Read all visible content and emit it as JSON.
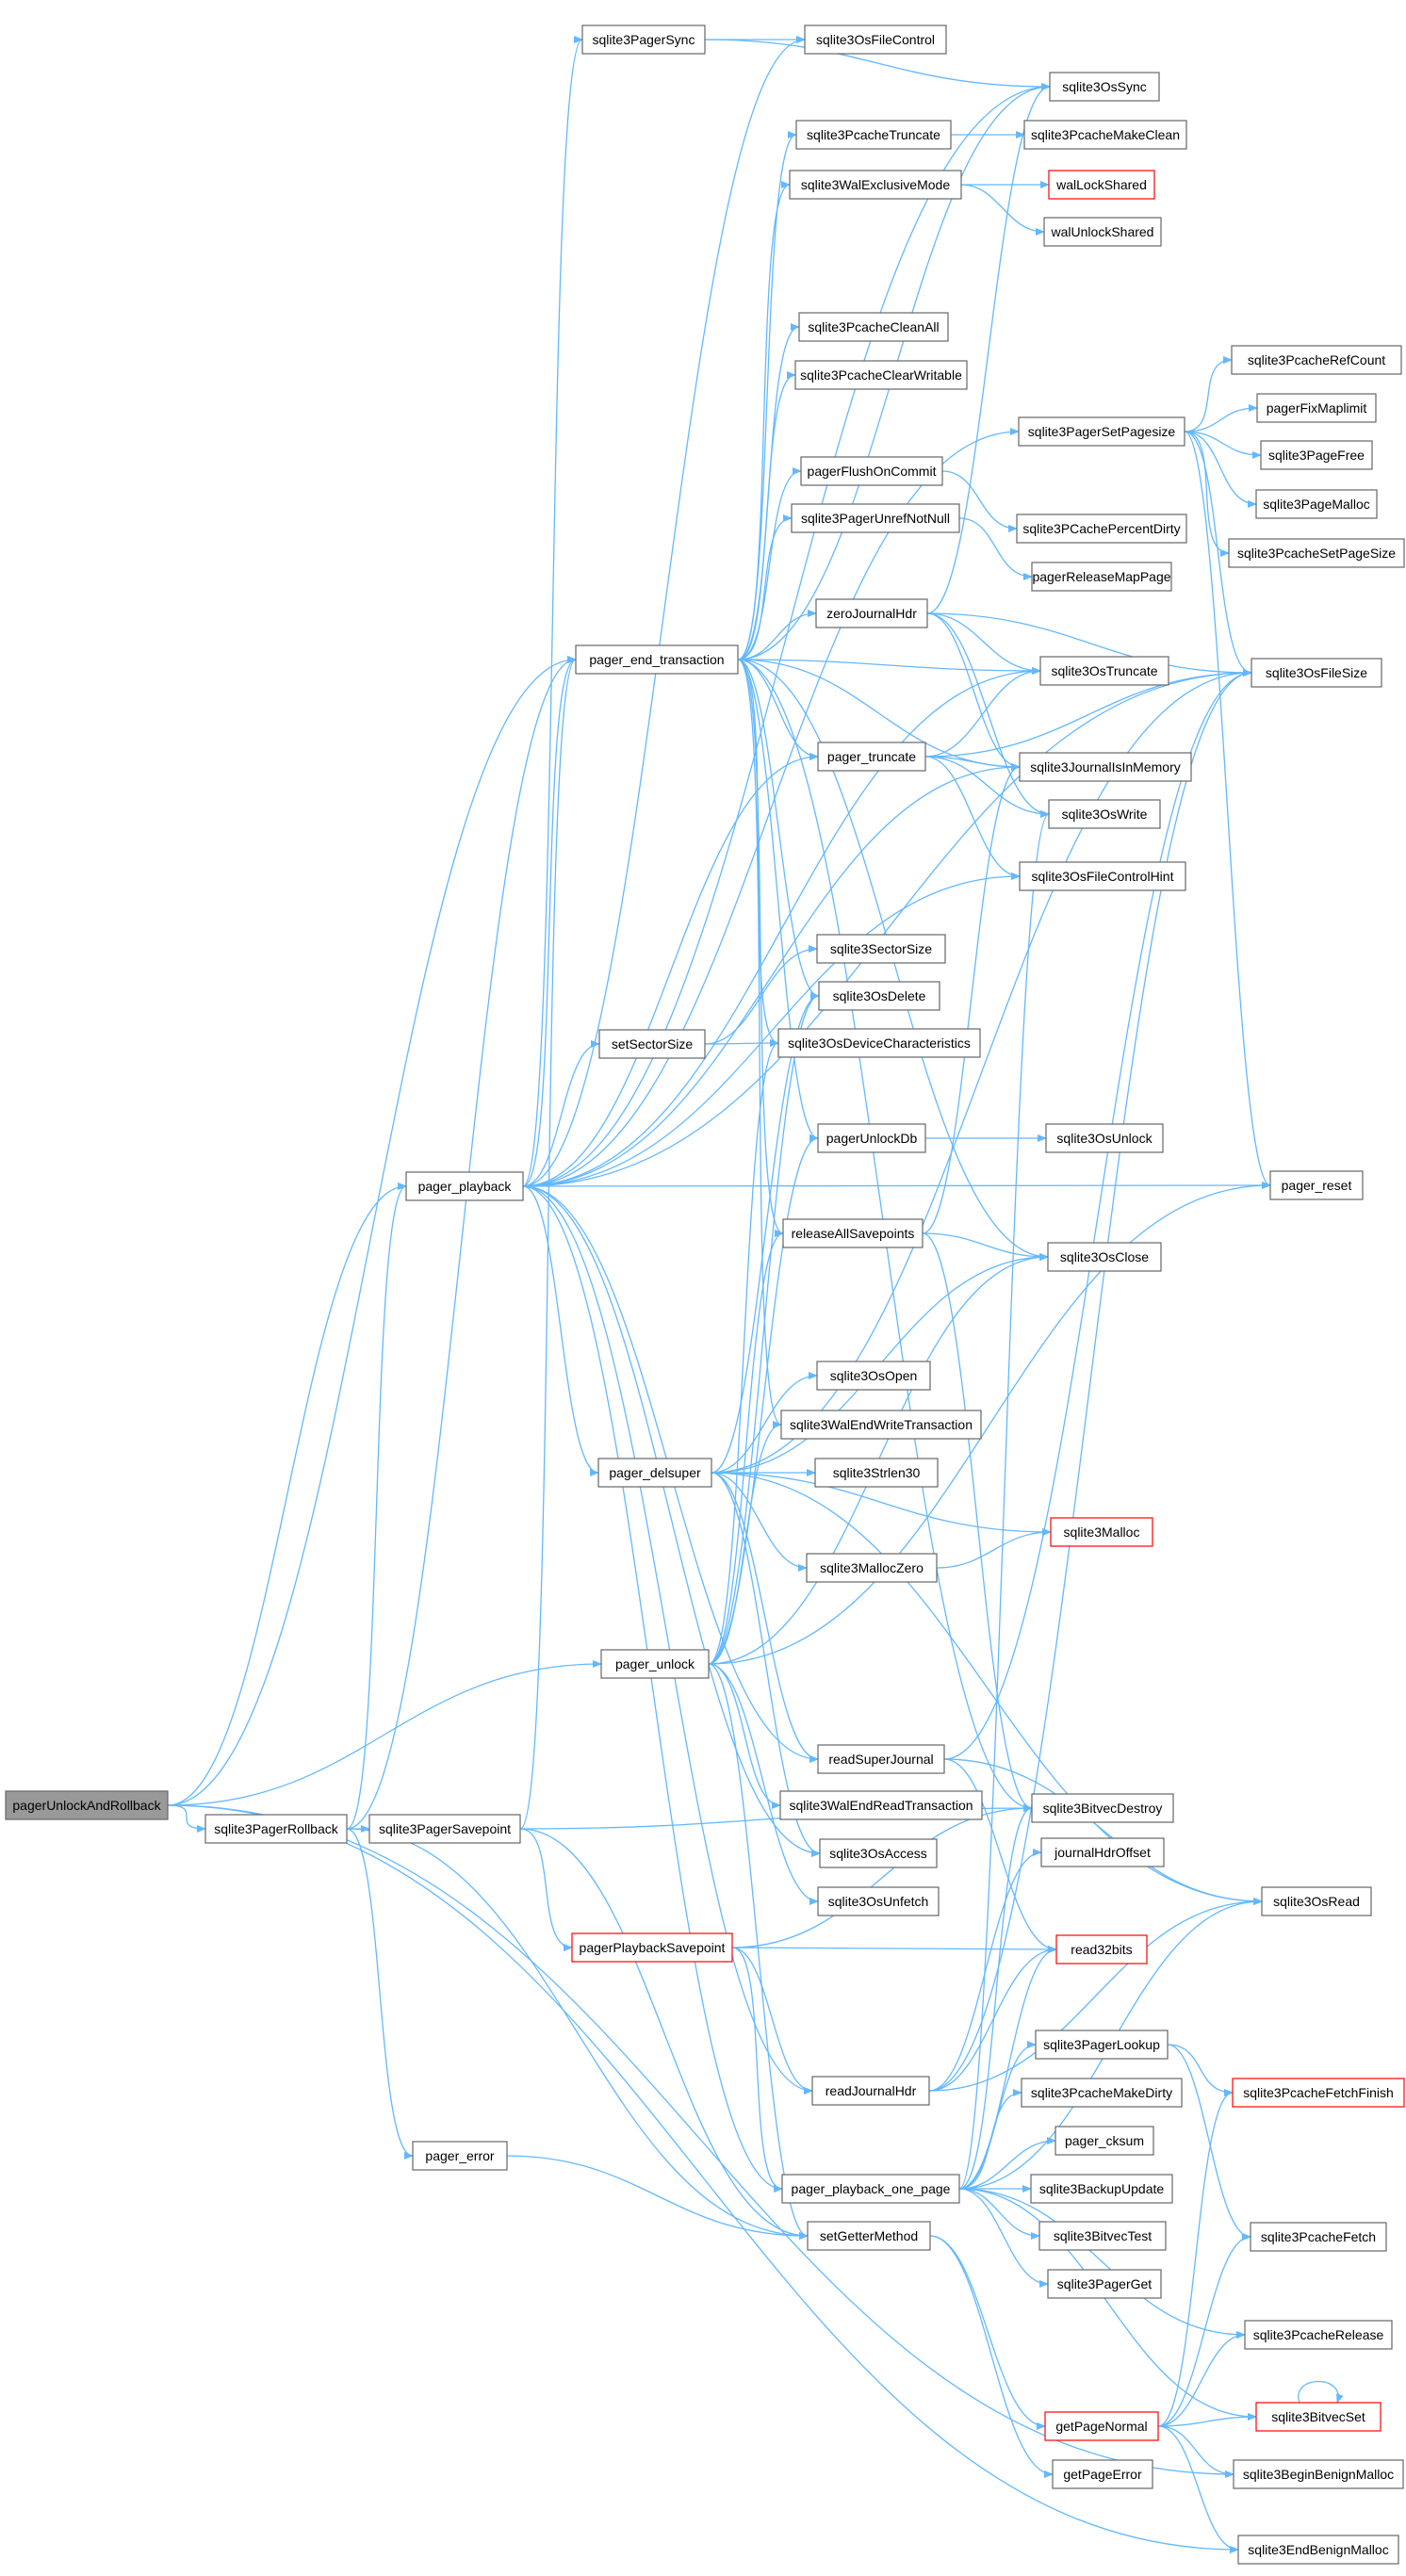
{
  "colors": {
    "edge": "#63b8ff",
    "node_border": "#666666",
    "node_fill": "#ffffff",
    "root_fill": "#999999",
    "root_border": "#666666",
    "truncated_border": "#ff0000",
    "text": "#000000"
  },
  "nodes": [
    {
      "id": "pagerUnlockAndRollback",
      "label": "pagerUnlockAndRollback",
      "root": true
    },
    {
      "id": "sqlite3PagerRollback",
      "label": "sqlite3PagerRollback"
    },
    {
      "id": "sqlite3PagerSavepoint",
      "label": "sqlite3PagerSavepoint"
    },
    {
      "id": "pager_error",
      "label": "pager_error"
    },
    {
      "id": "pager_playback",
      "label": "pager_playback"
    },
    {
      "id": "pager_unlock",
      "label": "pager_unlock"
    },
    {
      "id": "pager_end_transaction",
      "label": "pager_end_transaction"
    },
    {
      "id": "pager_delsuper",
      "label": "pager_delsuper"
    },
    {
      "id": "setSectorSize",
      "label": "setSectorSize"
    },
    {
      "id": "pagerPlaybackSavepoint",
      "label": "pagerPlaybackSavepoint",
      "truncated": true
    },
    {
      "id": "sqlite3PagerSync",
      "label": "sqlite3PagerSync"
    },
    {
      "id": "sqlite3OsFileControl",
      "label": "sqlite3OsFileControl"
    },
    {
      "id": "sqlite3PcacheTruncate",
      "label": "sqlite3PcacheTruncate"
    },
    {
      "id": "sqlite3WalExclusiveMode",
      "label": "sqlite3WalExclusiveMode"
    },
    {
      "id": "sqlite3PcacheCleanAll",
      "label": "sqlite3PcacheCleanAll"
    },
    {
      "id": "sqlite3PcacheClearWritable",
      "label": "sqlite3PcacheClearWritable"
    },
    {
      "id": "pagerFlushOnCommit",
      "label": "pagerFlushOnCommit"
    },
    {
      "id": "sqlite3PagerUnrefNotNull",
      "label": "sqlite3PagerUnrefNotNull"
    },
    {
      "id": "zeroJournalHdr",
      "label": "zeroJournalHdr"
    },
    {
      "id": "pager_truncate",
      "label": "pager_truncate"
    },
    {
      "id": "sqlite3SectorSize",
      "label": "sqlite3SectorSize"
    },
    {
      "id": "sqlite3OsDelete",
      "label": "sqlite3OsDelete"
    },
    {
      "id": "sqlite3OsDeviceCharacteristics",
      "label": "sqlite3OsDeviceCharacteristics"
    },
    {
      "id": "pagerUnlockDb",
      "label": "pagerUnlockDb"
    },
    {
      "id": "releaseAllSavepoints",
      "label": "releaseAllSavepoints"
    },
    {
      "id": "sqlite3OsOpen",
      "label": "sqlite3OsOpen"
    },
    {
      "id": "sqlite3WalEndWriteTransaction",
      "label": "sqlite3WalEndWriteTransaction"
    },
    {
      "id": "sqlite3Strlen30",
      "label": "sqlite3Strlen30"
    },
    {
      "id": "sqlite3MallocZero",
      "label": "sqlite3MallocZero"
    },
    {
      "id": "readSuperJournal",
      "label": "readSuperJournal"
    },
    {
      "id": "sqlite3WalEndReadTransaction",
      "label": "sqlite3WalEndReadTransaction"
    },
    {
      "id": "sqlite3OsAccess",
      "label": "sqlite3OsAccess"
    },
    {
      "id": "sqlite3OsUnfetch",
      "label": "sqlite3OsUnfetch"
    },
    {
      "id": "readJournalHdr",
      "label": "readJournalHdr"
    },
    {
      "id": "pager_playback_one_page",
      "label": "pager_playback_one_page"
    },
    {
      "id": "setGetterMethod",
      "label": "setGetterMethod"
    },
    {
      "id": "sqlite3OsSync",
      "label": "sqlite3OsSync"
    },
    {
      "id": "sqlite3PcacheMakeClean",
      "label": "sqlite3PcacheMakeClean"
    },
    {
      "id": "walLockShared",
      "label": "walLockShared",
      "truncated": true
    },
    {
      "id": "walUnlockShared",
      "label": "walUnlockShared"
    },
    {
      "id": "sqlite3PagerSetPagesize",
      "label": "sqlite3PagerSetPagesize"
    },
    {
      "id": "sqlite3PCachePercentDirty",
      "label": "sqlite3PCachePercentDirty"
    },
    {
      "id": "pagerReleaseMapPage",
      "label": "pagerReleaseMapPage"
    },
    {
      "id": "sqlite3OsTruncate",
      "label": "sqlite3OsTruncate"
    },
    {
      "id": "sqlite3JournalIsInMemory",
      "label": "sqlite3JournalIsInMemory"
    },
    {
      "id": "sqlite3OsWrite",
      "label": "sqlite3OsWrite"
    },
    {
      "id": "sqlite3OsFileControlHint",
      "label": "sqlite3OsFileControlHint"
    },
    {
      "id": "sqlite3OsUnlock",
      "label": "sqlite3OsUnlock"
    },
    {
      "id": "sqlite3OsClose",
      "label": "sqlite3OsClose"
    },
    {
      "id": "sqlite3Malloc",
      "label": "sqlite3Malloc",
      "truncated": true
    },
    {
      "id": "sqlite3BitvecDestroy",
      "label": "sqlite3BitvecDestroy"
    },
    {
      "id": "journalHdrOffset",
      "label": "journalHdrOffset"
    },
    {
      "id": "read32bits",
      "label": "read32bits",
      "truncated": true
    },
    {
      "id": "sqlite3PagerLookup",
      "label": "sqlite3PagerLookup"
    },
    {
      "id": "sqlite3PcacheMakeDirty",
      "label": "sqlite3PcacheMakeDirty"
    },
    {
      "id": "pager_cksum",
      "label": "pager_cksum"
    },
    {
      "id": "sqlite3BackupUpdate",
      "label": "sqlite3BackupUpdate"
    },
    {
      "id": "sqlite3BitvecTest",
      "label": "sqlite3BitvecTest"
    },
    {
      "id": "sqlite3PagerGet",
      "label": "sqlite3PagerGet"
    },
    {
      "id": "getPageNormal",
      "label": "getPageNormal",
      "truncated": true
    },
    {
      "id": "getPageError",
      "label": "getPageError"
    },
    {
      "id": "sqlite3PcacheRefCount",
      "label": "sqlite3PcacheRefCount"
    },
    {
      "id": "pagerFixMaplimit",
      "label": "pagerFixMaplimit"
    },
    {
      "id": "sqlite3PageFree",
      "label": "sqlite3PageFree"
    },
    {
      "id": "sqlite3PageMalloc",
      "label": "sqlite3PageMalloc"
    },
    {
      "id": "sqlite3PcacheSetPageSize",
      "label": "sqlite3PcacheSetPageSize"
    },
    {
      "id": "sqlite3OsFileSize",
      "label": "sqlite3OsFileSize"
    },
    {
      "id": "pager_reset",
      "label": "pager_reset"
    },
    {
      "id": "sqlite3OsRead",
      "label": "sqlite3OsRead"
    },
    {
      "id": "sqlite3PcacheFetchFinish",
      "label": "sqlite3PcacheFetchFinish",
      "truncated": true
    },
    {
      "id": "sqlite3PcacheFetch",
      "label": "sqlite3PcacheFetch"
    },
    {
      "id": "sqlite3PcacheRelease",
      "label": "sqlite3PcacheRelease"
    },
    {
      "id": "sqlite3BitvecSet",
      "label": "sqlite3BitvecSet",
      "truncated": true
    },
    {
      "id": "sqlite3BeginBenignMalloc",
      "label": "sqlite3BeginBenignMalloc"
    },
    {
      "id": "sqlite3EndBenignMalloc",
      "label": "sqlite3EndBenignMalloc"
    }
  ],
  "edges": [
    [
      "pagerUnlockAndRollback",
      "sqlite3PagerRollback"
    ],
    [
      "pagerUnlockAndRollback",
      "pager_playback"
    ],
    [
      "pagerUnlockAndRollback",
      "pager_end_transaction"
    ],
    [
      "pagerUnlockAndRollback",
      "pager_unlock"
    ],
    [
      "pagerUnlockAndRollback",
      "sqlite3BeginBenignMalloc"
    ],
    [
      "pagerUnlockAndRollback",
      "sqlite3EndBenignMalloc"
    ],
    [
      "sqlite3PagerRollback",
      "sqlite3PagerSavepoint"
    ],
    [
      "sqlite3PagerRollback",
      "pager_end_transaction"
    ],
    [
      "sqlite3PagerRollback",
      "pager_playback"
    ],
    [
      "sqlite3PagerRollback",
      "pager_error"
    ],
    [
      "sqlite3PagerRollback",
      "setGetterMethod"
    ],
    [
      "sqlite3PagerSavepoint",
      "pager_end_transaction"
    ],
    [
      "sqlite3PagerSavepoint",
      "pagerPlaybackSavepoint"
    ],
    [
      "sqlite3PagerSavepoint",
      "setGetterMethod"
    ],
    [
      "sqlite3PagerSavepoint",
      "sqlite3BitvecDestroy"
    ],
    [
      "pager_error",
      "setGetterMethod"
    ],
    [
      "pager_playback",
      "sqlite3PagerSync"
    ],
    [
      "pager_playback",
      "sqlite3PagerSetPagesize"
    ],
    [
      "pager_playback",
      "pager_end_transaction"
    ],
    [
      "pager_playback",
      "pager_truncate"
    ],
    [
      "pager_playback",
      "setSectorSize"
    ],
    [
      "pager_playback",
      "pager_delsuper"
    ],
    [
      "pager_playback",
      "readSuperJournal"
    ],
    [
      "pager_playback",
      "readJournalHdr"
    ],
    [
      "pager_playback",
      "pager_playback_one_page"
    ],
    [
      "pager_playback",
      "pager_reset"
    ],
    [
      "pager_playback",
      "sqlite3OsFileSize"
    ],
    [
      "pager_playback",
      "sqlite3OsFileControlHint"
    ],
    [
      "pager_playback",
      "sqlite3JournalIsInMemory"
    ],
    [
      "pager_playback",
      "sqlite3OsTruncate"
    ],
    [
      "pager_playback",
      "sqlite3OsAccess"
    ],
    [
      "pager_playback",
      "sqlite3OsSync"
    ],
    [
      "pager_playback",
      "sqlite3OsFileControl"
    ],
    [
      "pager_unlock",
      "pagerUnlockDb"
    ],
    [
      "pager_unlock",
      "releaseAllSavepoints"
    ],
    [
      "pager_unlock",
      "sqlite3OsClose"
    ],
    [
      "pager_unlock",
      "sqlite3OsDeviceCharacteristics"
    ],
    [
      "pager_unlock",
      "sqlite3WalEndReadTransaction"
    ],
    [
      "pager_unlock",
      "pager_reset"
    ],
    [
      "pager_unlock",
      "setGetterMethod"
    ],
    [
      "pager_unlock",
      "sqlite3OsUnfetch"
    ],
    [
      "pager_unlock",
      "sqlite3OsDelete"
    ],
    [
      "pager_unlock",
      "sqlite3WalEndWriteTransaction"
    ],
    [
      "pager_end_transaction",
      "sqlite3PcacheTruncate"
    ],
    [
      "pager_end_transaction",
      "sqlite3WalExclusiveMode"
    ],
    [
      "pager_end_transaction",
      "sqlite3PcacheCleanAll"
    ],
    [
      "pager_end_transaction",
      "sqlite3PcacheClearWritable"
    ],
    [
      "pager_end_transaction",
      "pagerFlushOnCommit"
    ],
    [
      "pager_end_transaction",
      "sqlite3PagerUnrefNotNull"
    ],
    [
      "pager_end_transaction",
      "zeroJournalHdr"
    ],
    [
      "pager_end_transaction",
      "pager_truncate"
    ],
    [
      "pager_end_transaction",
      "sqlite3OsTruncate"
    ],
    [
      "pager_end_transaction",
      "sqlite3OsDelete"
    ],
    [
      "pager_end_transaction",
      "sqlite3OsDeviceCharacteristics"
    ],
    [
      "pager_end_transaction",
      "pagerUnlockDb"
    ],
    [
      "pager_end_transaction",
      "releaseAllSavepoints"
    ],
    [
      "pager_end_transaction",
      "sqlite3OsClose"
    ],
    [
      "pager_end_transaction",
      "sqlite3WalEndWriteTransaction"
    ],
    [
      "pager_end_transaction",
      "sqlite3JournalIsInMemory"
    ],
    [
      "pager_end_transaction",
      "sqlite3BitvecDestroy"
    ],
    [
      "pager_end_transaction",
      "sqlite3OsSync"
    ],
    [
      "pager_delsuper",
      "sqlite3OsOpen"
    ],
    [
      "pager_delsuper",
      "sqlite3Strlen30"
    ],
    [
      "pager_delsuper",
      "sqlite3MallocZero"
    ],
    [
      "pager_delsuper",
      "sqlite3Malloc"
    ],
    [
      "pager_delsuper",
      "sqlite3OsAccess"
    ],
    [
      "pager_delsuper",
      "sqlite3OsRead"
    ],
    [
      "pager_delsuper",
      "sqlite3OsClose"
    ],
    [
      "pager_delsuper",
      "readSuperJournal"
    ],
    [
      "pager_delsuper",
      "sqlite3OsDelete"
    ],
    [
      "pager_delsuper",
      "sqlite3OsFileSize"
    ],
    [
      "setSectorSize",
      "sqlite3SectorSize"
    ],
    [
      "setSectorSize",
      "sqlite3OsDeviceCharacteristics"
    ],
    [
      "pagerPlaybackSavepoint",
      "readJournalHdr"
    ],
    [
      "pagerPlaybackSavepoint",
      "pager_playback_one_page"
    ],
    [
      "pagerPlaybackSavepoint",
      "read32bits"
    ],
    [
      "pagerPlaybackSavepoint",
      "sqlite3BitvecDestroy"
    ],
    [
      "sqlite3PagerSync",
      "sqlite3OsFileControl"
    ],
    [
      "sqlite3PagerSync",
      "sqlite3OsSync"
    ],
    [
      "sqlite3PcacheTruncate",
      "sqlite3PcacheMakeClean"
    ],
    [
      "sqlite3WalExclusiveMode",
      "walLockShared"
    ],
    [
      "sqlite3WalExclusiveMode",
      "walUnlockShared"
    ],
    [
      "pagerFlushOnCommit",
      "sqlite3PCachePercentDirty"
    ],
    [
      "sqlite3PagerUnrefNotNull",
      "pagerReleaseMapPage"
    ],
    [
      "zeroJournalHdr",
      "sqlite3OsSync"
    ],
    [
      "zeroJournalHdr",
      "sqlite3OsTruncate"
    ],
    [
      "zeroJournalHdr",
      "sqlite3OsFileSize"
    ],
    [
      "zeroJournalHdr",
      "sqlite3JournalIsInMemory"
    ],
    [
      "zeroJournalHdr",
      "sqlite3OsWrite"
    ],
    [
      "pager_truncate",
      "sqlite3OsTruncate"
    ],
    [
      "pager_truncate",
      "sqlite3OsFileSize"
    ],
    [
      "pager_truncate",
      "sqlite3JournalIsInMemory"
    ],
    [
      "pager_truncate",
      "sqlite3OsWrite"
    ],
    [
      "pager_truncate",
      "sqlite3OsFileControlHint"
    ],
    [
      "pagerUnlockDb",
      "sqlite3OsUnlock"
    ],
    [
      "releaseAllSavepoints",
      "sqlite3OsClose"
    ],
    [
      "releaseAllSavepoints",
      "sqlite3BitvecDestroy"
    ],
    [
      "releaseAllSavepoints",
      "sqlite3JournalIsInMemory"
    ],
    [
      "sqlite3MallocZero",
      "sqlite3Malloc"
    ],
    [
      "readSuperJournal",
      "sqlite3OsFileSize"
    ],
    [
      "readSuperJournal",
      "sqlite3OsRead"
    ],
    [
      "readSuperJournal",
      "read32bits"
    ],
    [
      "readJournalHdr",
      "journalHdrOffset"
    ],
    [
      "readJournalHdr",
      "read32bits"
    ],
    [
      "readJournalHdr",
      "sqlite3OsRead"
    ],
    [
      "readJournalHdr",
      "sqlite3OsFileSize"
    ],
    [
      "pager_playback_one_page",
      "read32bits"
    ],
    [
      "pager_playback_one_page",
      "sqlite3OsRead"
    ],
    [
      "pager_playback_one_page",
      "sqlite3PagerLookup"
    ],
    [
      "pager_playback_one_page",
      "sqlite3PcacheMakeDirty"
    ],
    [
      "pager_playback_one_page",
      "pager_cksum"
    ],
    [
      "pager_playback_one_page",
      "sqlite3BackupUpdate"
    ],
    [
      "pager_playback_one_page",
      "sqlite3BitvecTest"
    ],
    [
      "pager_playback_one_page",
      "sqlite3PagerGet"
    ],
    [
      "pager_playback_one_page",
      "sqlite3PcacheRelease"
    ],
    [
      "pager_playback_one_page",
      "sqlite3BitvecSet"
    ],
    [
      "pager_playback_one_page",
      "sqlite3OsWrite"
    ],
    [
      "pager_playback_one_page",
      "sqlite3BitvecDestroy"
    ],
    [
      "setGetterMethod",
      "getPageNormal"
    ],
    [
      "setGetterMethod",
      "getPageError"
    ],
    [
      "sqlite3PagerSetPagesize",
      "sqlite3PcacheRefCount"
    ],
    [
      "sqlite3PagerSetPagesize",
      "pagerFixMaplimit"
    ],
    [
      "sqlite3PagerSetPagesize",
      "sqlite3PageFree"
    ],
    [
      "sqlite3PagerSetPagesize",
      "sqlite3PageMalloc"
    ],
    [
      "sqlite3PagerSetPagesize",
      "sqlite3PcacheSetPageSize"
    ],
    [
      "sqlite3PagerSetPagesize",
      "sqlite3OsFileSize"
    ],
    [
      "sqlite3PagerSetPagesize",
      "pager_reset"
    ],
    [
      "sqlite3PagerLookup",
      "sqlite3PcacheFetchFinish"
    ],
    [
      "sqlite3PagerLookup",
      "sqlite3PcacheFetch"
    ],
    [
      "getPageNormal",
      "sqlite3PcacheFetchFinish"
    ],
    [
      "getPageNormal",
      "sqlite3PcacheFetch"
    ],
    [
      "getPageNormal",
      "sqlite3PcacheRelease"
    ],
    [
      "getPageNormal",
      "sqlite3BitvecSet"
    ],
    [
      "getPageNormal",
      "sqlite3BeginBenignMalloc"
    ],
    [
      "getPageNormal",
      "sqlite3EndBenignMalloc"
    ],
    [
      "sqlite3BitvecSet",
      "sqlite3BitvecSet"
    ]
  ]
}
